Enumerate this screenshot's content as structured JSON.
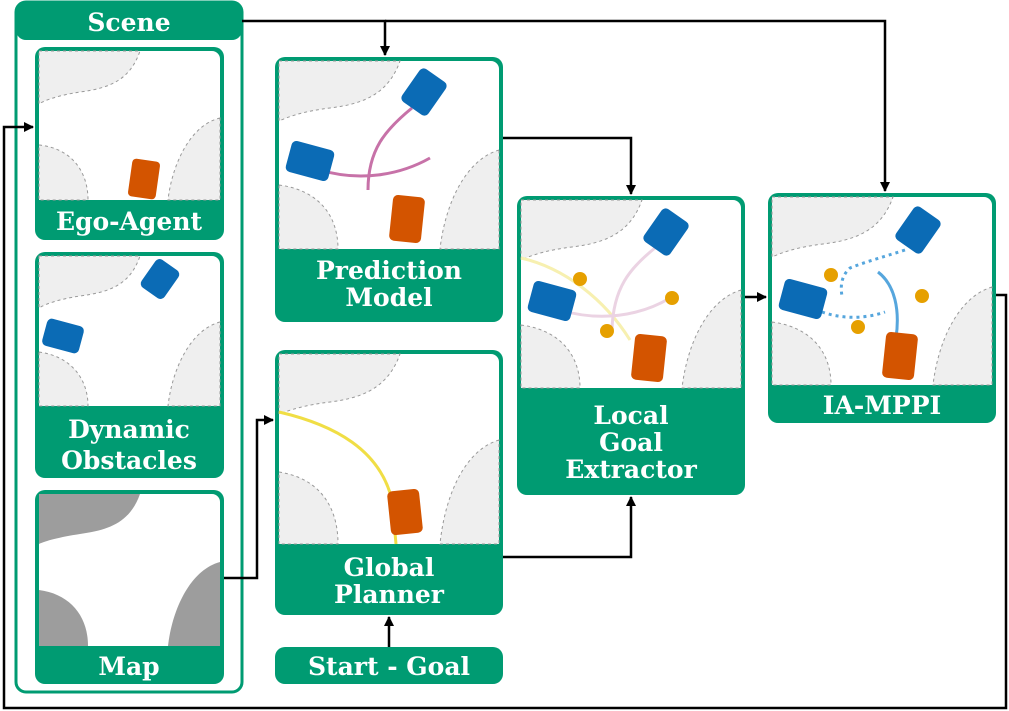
{
  "colors": {
    "green": "#009b72",
    "blue": "#0b6bb5",
    "orange": "#d35400",
    "road_gray": "#efefef",
    "map_gray": "#9d9d9d",
    "yellow_path": "#f0de45",
    "pink_path": "#c772a8",
    "light_blue_path": "#56a6dd",
    "goal_dot": "#e6a000",
    "arrow": "#000000"
  },
  "nodes": {
    "scene": "Scene",
    "ego_agent": "Ego-Agent",
    "dynamic_obstacles": [
      "Dynamic",
      "Obstacles"
    ],
    "map": "Map",
    "prediction_model": [
      "Prediction",
      "Model"
    ],
    "global_planner": [
      "Global",
      "Planner"
    ],
    "start_goal": "Start - Goal",
    "local_goal_extractor": [
      "Local",
      "Goal",
      "Extractor"
    ],
    "ia_mppi": "IA-MPPI"
  },
  "icons": {
    "ego": "ego-vehicle-icon",
    "obstacle": "obstacle-vehicle-icon",
    "goal": "local-goal-dot-icon"
  }
}
